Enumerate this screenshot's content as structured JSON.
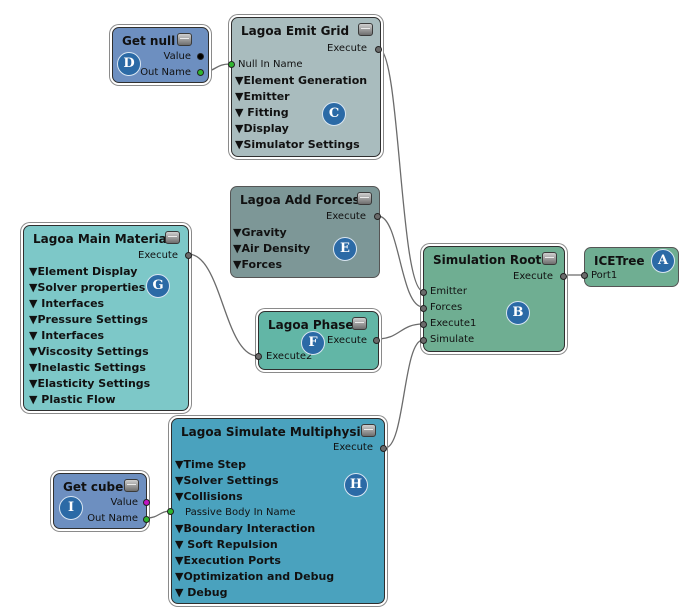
{
  "colors": {
    "get_node": "#6d8fc0",
    "emit_grid": "#a9bcbe",
    "add_forces": "#7d9797",
    "main_material": "#7dc8c8",
    "phase": "#62b6a6",
    "sim_root": "#6fae92",
    "ice_tree": "#6fae92",
    "multiphysics": "#4aa2be",
    "badge": "#2b6aa6",
    "wire": "#6b6b6b"
  },
  "nodes": {
    "get_null": {
      "title": "Get null",
      "value": "Value",
      "out_name": "Out Name",
      "badge": "D"
    },
    "emit_grid": {
      "title": "Lagoa Emit Grid",
      "execute": "Execute",
      "null_in_name": "Null In Name",
      "groups": [
        "▼Element Generation",
        "▼Emitter",
        "▼  Fitting",
        "▼Display",
        "▼Simulator Settings"
      ],
      "badge": "C"
    },
    "add_forces": {
      "title": "Lagoa Add Forces",
      "execute": "Execute",
      "groups": [
        "▼Gravity",
        "▼Air Density",
        "▼Forces"
      ],
      "badge": "E"
    },
    "main_material": {
      "title": "Lagoa Main Material",
      "execute": "Execute",
      "groups": [
        "▼Element Display",
        "▼Solver properties",
        "▼   Interfaces",
        "▼Pressure Settings",
        "▼   Interfaces",
        "▼Viscosity Settings",
        "▼Inelastic Settings",
        "▼Elasticity Settings",
        "▼   Plastic Flow"
      ],
      "badge": "G"
    },
    "phase": {
      "title": "Lagoa Phase",
      "execute": "Execute",
      "execute2": "Execute2",
      "badge": "F"
    },
    "sim_root": {
      "title": "Simulation Root",
      "execute": "Execute",
      "inputs": [
        "Emitter",
        "Forces",
        "Execute1",
        "Simulate"
      ],
      "badge": "B"
    },
    "ice_tree": {
      "title": "ICETree",
      "port1": "Port1",
      "badge": "A"
    },
    "multiphysics": {
      "title": "Lagoa Simulate Multiphysics",
      "execute": "Execute",
      "groups": [
        "▼Time Step",
        "▼Solver Settings",
        "▼Collisions"
      ],
      "passive": "Passive Body In Name",
      "groups2": [
        "▼Boundary Interaction",
        "▼   Soft Repulsion",
        "▼Execution Ports",
        "▼Optimization and Debug",
        "▼   Debug"
      ],
      "badge": "H"
    },
    "get_cube": {
      "title": "Get cube",
      "value": "Value",
      "out_name": "Out Name",
      "badge": "I"
    }
  }
}
